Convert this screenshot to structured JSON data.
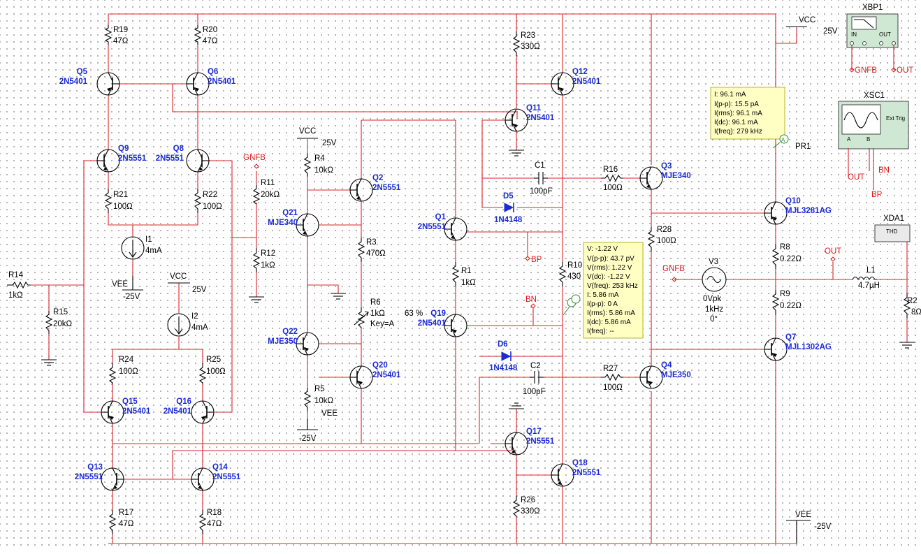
{
  "components": {
    "R19": {
      "ref": "R19",
      "value": "47Ω"
    },
    "R20": {
      "ref": "R20",
      "value": "47Ω"
    },
    "R21": {
      "ref": "R21",
      "value": "100Ω"
    },
    "R22": {
      "ref": "R22",
      "value": "100Ω"
    },
    "R24": {
      "ref": "R24",
      "value": "100Ω"
    },
    "R25": {
      "ref": "R25",
      "value": "100Ω"
    },
    "R17": {
      "ref": "R17",
      "value": "47Ω"
    },
    "R18": {
      "ref": "R18",
      "value": "47Ω"
    },
    "R14": {
      "ref": "R14",
      "value": "1kΩ"
    },
    "R15": {
      "ref": "R15",
      "value": "20kΩ"
    },
    "R11": {
      "ref": "R11",
      "value": "20kΩ"
    },
    "R12": {
      "ref": "R12",
      "value": "1kΩ"
    },
    "R4": {
      "ref": "R4",
      "value": "10kΩ"
    },
    "R5": {
      "ref": "R5",
      "value": "10kΩ"
    },
    "R3": {
      "ref": "R3",
      "value": "470Ω"
    },
    "R6": {
      "ref": "R6",
      "value": "1kΩ",
      "key": "Key=A",
      "pct": "63 %"
    },
    "R1": {
      "ref": "R1",
      "value": "1kΩ"
    },
    "R23": {
      "ref": "R23",
      "value": "330Ω"
    },
    "R26": {
      "ref": "R26",
      "value": "330Ω"
    },
    "R10": {
      "ref": "R10",
      "value": "430"
    },
    "R16": {
      "ref": "R16",
      "value": "100Ω"
    },
    "R27": {
      "ref": "R27",
      "value": "100Ω"
    },
    "R28": {
      "ref": "R28",
      "value": "100Ω"
    },
    "R8": {
      "ref": "R8",
      "value": "0.22Ω"
    },
    "R9": {
      "ref": "R9",
      "value": "0.22Ω"
    },
    "R2": {
      "ref": "R2",
      "value": "8Ω"
    },
    "C1": {
      "ref": "C1",
      "value": "100pF"
    },
    "C2": {
      "ref": "C2",
      "value": "100pF"
    },
    "L1": {
      "ref": "L1",
      "value": "4.7µH"
    },
    "D5": {
      "ref": "D5",
      "value": "1N4148"
    },
    "D6": {
      "ref": "D6",
      "value": "1N4148"
    },
    "I1": {
      "ref": "I1",
      "value": "4mA"
    },
    "I2": {
      "ref": "I2",
      "value": "4mA"
    },
    "V3": {
      "ref": "V3",
      "line1": "0Vpk",
      "line2": "1kHz",
      "line3": "0°"
    },
    "Q5": {
      "ref": "Q5",
      "model": "2N5401"
    },
    "Q6": {
      "ref": "Q6",
      "model": "2N5401"
    },
    "Q9": {
      "ref": "Q9",
      "model": "2N5551"
    },
    "Q8": {
      "ref": "Q8",
      "model": "2N5551"
    },
    "Q15": {
      "ref": "Q15",
      "model": "2N5401"
    },
    "Q16": {
      "ref": "Q16",
      "model": "2N5401"
    },
    "Q13": {
      "ref": "Q13",
      "model": "2N5551"
    },
    "Q14": {
      "ref": "Q14",
      "model": "2N5551"
    },
    "Q21": {
      "ref": "Q21",
      "model": "MJE340"
    },
    "Q22": {
      "ref": "Q22",
      "model": "MJE350"
    },
    "Q2": {
      "ref": "Q2",
      "model": "2N5551"
    },
    "Q20": {
      "ref": "Q20",
      "model": "2N5401"
    },
    "Q1": {
      "ref": "Q1",
      "model": "2N5551"
    },
    "Q19": {
      "ref": "Q19",
      "model": "2N5401"
    },
    "Q11": {
      "ref": "Q11",
      "model": "2N5401"
    },
    "Q12": {
      "ref": "Q12",
      "model": "2N5401"
    },
    "Q17": {
      "ref": "Q17",
      "model": "2N5551"
    },
    "Q18": {
      "ref": "Q18",
      "model": "2N5551"
    },
    "Q3": {
      "ref": "Q3",
      "model": "MJE340"
    },
    "Q4": {
      "ref": "Q4",
      "model": "MJE350"
    },
    "Q10": {
      "ref": "Q10",
      "model": "MJL3281AG"
    },
    "Q7": {
      "ref": "Q7",
      "model": "MJL1302AG"
    }
  },
  "supplies": {
    "vcc_label": "VCC",
    "vcc_value": "25V",
    "vee_label": "VEE",
    "vee_value": "-25V",
    "vcc_local_value": "25V",
    "vee_local_value": "-25V"
  },
  "nets": {
    "gnfb": "GNFB",
    "bp": "BP",
    "bn": "BN",
    "out": "OUT"
  },
  "instruments": {
    "xbp1": {
      "name": "XBP1",
      "in": "IN",
      "out": "OUT"
    },
    "xsc1": {
      "name": "XSC1",
      "ext_trig": "Ext Trig",
      "a": "A",
      "b": "B"
    },
    "xda1": {
      "name": "XDA1",
      "thd": "THD"
    },
    "pr1": {
      "name": "PR1"
    }
  },
  "probe_current": {
    "lines": [
      "I: 96.1 mA",
      "I(p-p): 15.5 pA",
      "I(rms): 96.1 mA",
      "I(dc): 96.1 mA",
      "I(freq): 279 kHz"
    ]
  },
  "probe_voltage": {
    "lines": [
      "V: -1.22 V",
      "V(p-p): 43.7 pV",
      "V(rms): 1.22 V",
      "V(dc): -1.22 V",
      "V(freq): 253 kHz",
      "I: 5.86 mA",
      "I(p-p): 0 A",
      "I(rms): 5.86 mA",
      "I(dc): 5.86 mA",
      "I(freq): --"
    ]
  }
}
